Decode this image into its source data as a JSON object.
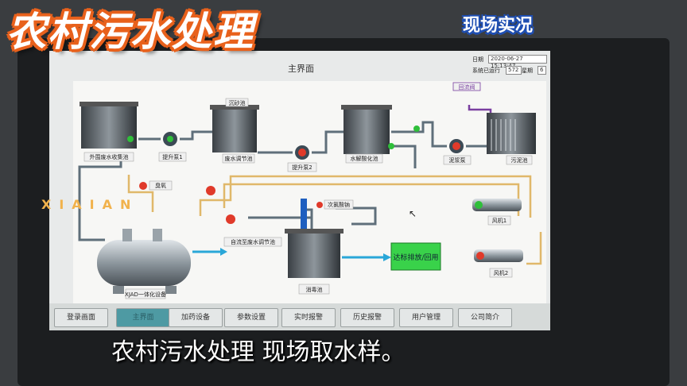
{
  "overlay": {
    "banner_title": "农村污水处理",
    "site_tag": "现场实况",
    "watermark": "XIAIAN",
    "subtitle": "农村污水处理 现场取水样。"
  },
  "hmi": {
    "page_title": "主界面",
    "date_label": "日期",
    "date_value": "2020-06-27  15:13:47",
    "runtime_label": "系统已运行",
    "runtime_value": "572",
    "runtime_unit": "星期",
    "weekday_value": "6"
  },
  "process": {
    "tank_collect": "外围废水收集池",
    "pump_lift1": "提升泵1",
    "tank_sand": "沉砂池",
    "tank_adjust": "废水调节池",
    "pump_lift2": "提升泵2",
    "tank_hydrolysis": "水解酸化池",
    "pump_sludge": "泥浆泵",
    "tank_sludge": "污泥池",
    "valve_recycle": "回流阀",
    "valve_ozone": "臭氧",
    "valve_chlorine": "次氯酸钠",
    "flow_return": "自流至废水调节池",
    "tank_disinfect": "消毒池",
    "unit_xjad": "XJAD一体化设备",
    "discharge_label": "达标排放/回用",
    "fan1": "风机1",
    "fan2": "风机2"
  },
  "nav": {
    "items": [
      "登录画面",
      "主界面",
      "加药设备",
      "参数设置",
      "实时报警",
      "历史报警",
      "用户管理",
      "公司简介"
    ],
    "active_index": 1
  },
  "colors": {
    "pipe_water": "#5f6f7a",
    "pipe_air": "#e0b86a",
    "pipe_chem": "#7a3fa0",
    "pump_on": "#2fbf3a",
    "alarm_red": "#e03a2a",
    "discharge_green": "#39d24a",
    "flow_arrow": "#2aa7d8",
    "nav_active": "#4e9aa3"
  }
}
